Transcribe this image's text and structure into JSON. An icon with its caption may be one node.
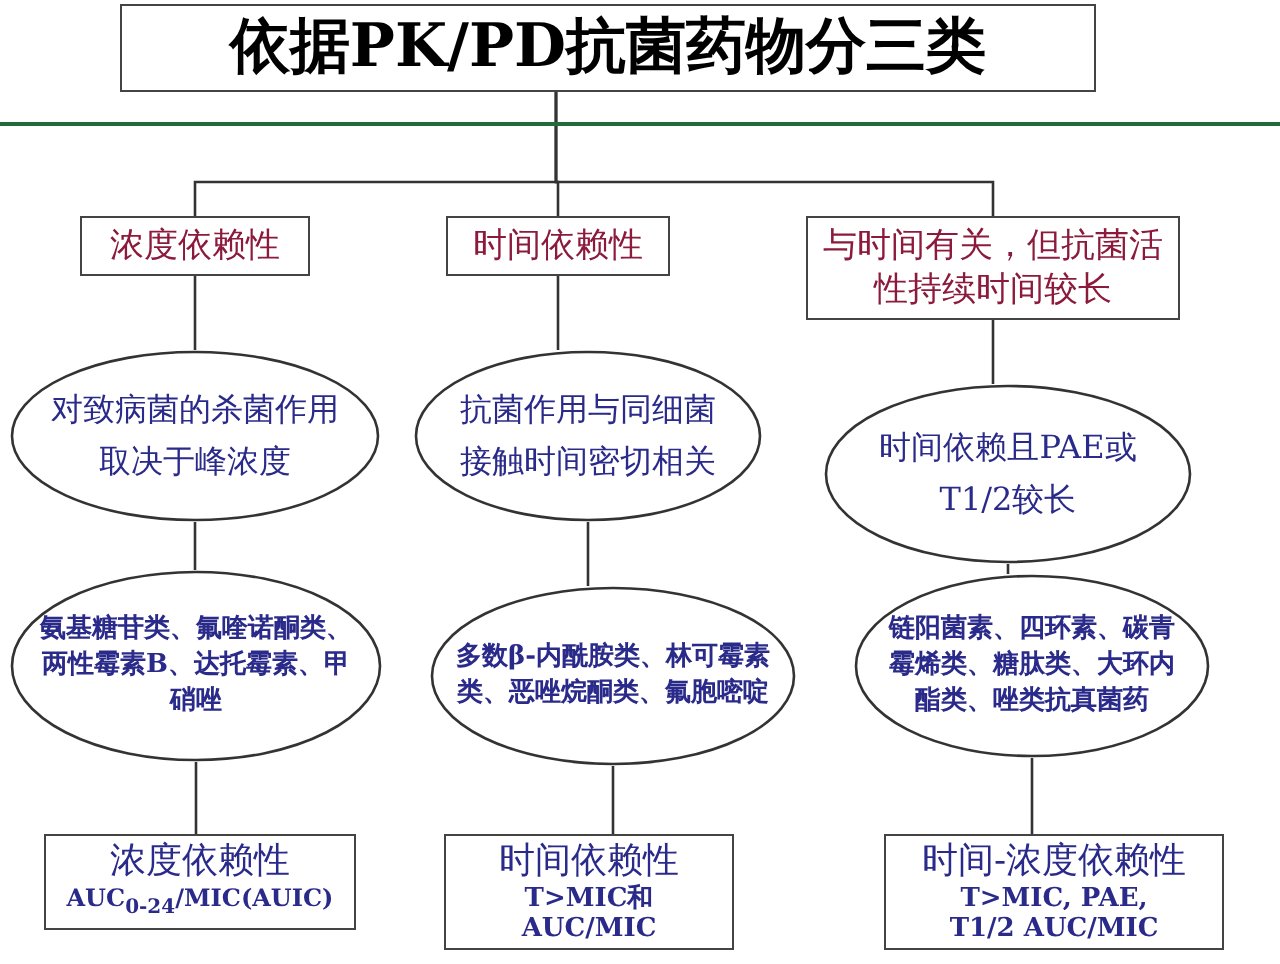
{
  "diagram": {
    "nodes": [
      {
        "text": [
          "依据PK/PD抗菌药物分三类"
        ]
      },
      {
        "text": [
          "浓度依赖性"
        ]
      },
      {
        "text": [
          "时间依赖性"
        ]
      },
      {
        "text": [
          "与时间有关，但抗菌活性持续时间较长"
        ]
      },
      {
        "text": [
          "对致病菌的杀菌作用取决于峰浓度"
        ]
      },
      {
        "text": [
          "抗菌作用与同细菌接触时间密切相关"
        ]
      },
      {
        "text": [
          "时间依赖且PAE或T1/2较长"
        ]
      },
      {
        "text": [
          "氨基糖苷类、氟喹诺酮类、两性霉素B、达托霉素、甲硝唑"
        ]
      },
      {
        "text": [
          "多数β-内酰胺类、林可霉素类、恶唑烷酮类、氟胞嘧啶"
        ]
      },
      {
        "text": [
          "链阳菌素、四环素、碳青霉烯类、糖肽类、大环内酯类、唑类抗真菌药"
        ]
      },
      {
        "text": [
          "浓度依赖性",
          "AUC$_{0-24}$/MIC(AUIC)"
        ]
      },
      {
        "text": [
          "时间依赖性",
          "T>MIC和AUC/MIC"
        ]
      },
      {
        "text": [
          "时间-浓度依赖性",
          "T>MIC, PAE, T1/2 AUC/MIC"
        ]
      }
    ],
    "edges": [
      {
        "from": 0,
        "to": 1,
        "arrow": "none"
      },
      {
        "from": 0,
        "to": 2,
        "arrow": "none"
      },
      {
        "from": 0,
        "to": 3,
        "arrow": "none"
      },
      {
        "from": 1,
        "to": 4,
        "arrow": "none"
      },
      {
        "from": 2,
        "to": 5,
        "arrow": "none"
      },
      {
        "from": 3,
        "to": 6,
        "arrow": "none"
      },
      {
        "from": 4,
        "to": 7,
        "arrow": "none"
      },
      {
        "from": 5,
        "to": 8,
        "arrow": "none"
      },
      {
        "from": 6,
        "to": 9,
        "arrow": "none"
      },
      {
        "from": 7,
        "to": 10,
        "arrow": "none"
      },
      {
        "from": 8,
        "to": 11,
        "arrow": "none"
      },
      {
        "from": 9,
        "to": 12,
        "arrow": "none"
      }
    ]
  }
}
